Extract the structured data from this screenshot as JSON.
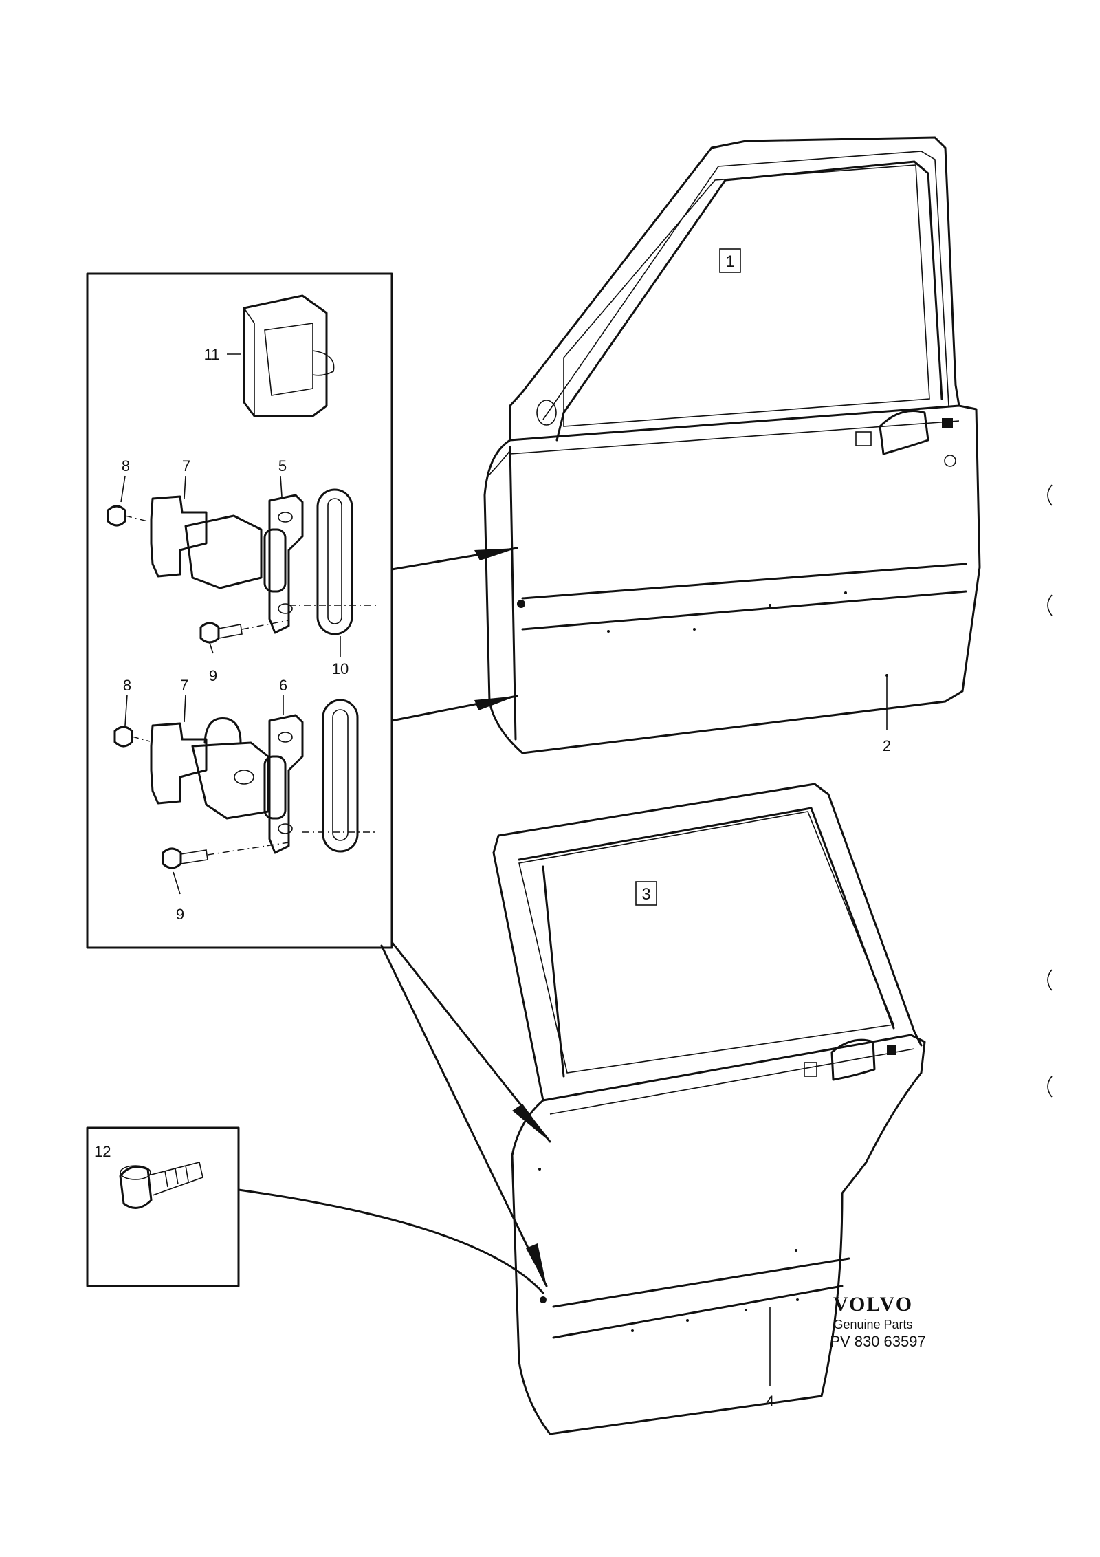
{
  "callouts": {
    "c1": "1",
    "c2": "2",
    "c3": "3",
    "c4": "4",
    "c5": "5",
    "c6": "6",
    "c7a": "7",
    "c7b": "7",
    "c8a": "8",
    "c8b": "8",
    "c9a": "9",
    "c9b": "9",
    "c10": "10",
    "c11": "11",
    "c12": "12"
  },
  "brand": {
    "logo": "VOLVO",
    "subtitle": "Genuine Parts",
    "code": "PV 830 63597"
  }
}
